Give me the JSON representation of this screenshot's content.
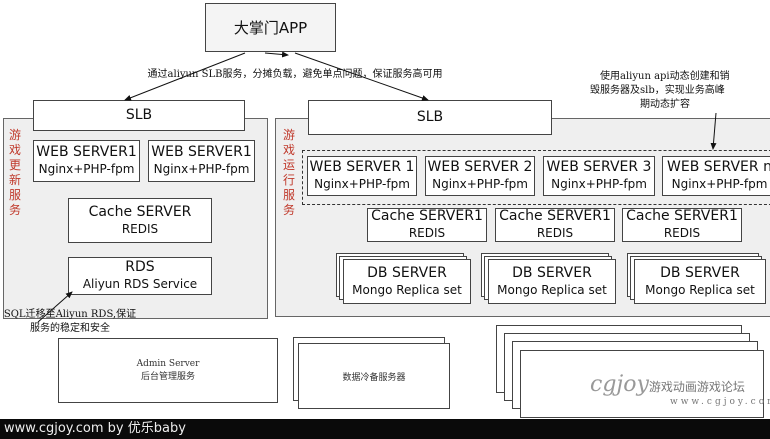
{
  "app": "大掌门APP",
  "slb_note": "通过aliyun SLB服务，分摊负载，避免单点问题，保证服务高可用",
  "scale_note": [
    "使用aliyun api动态创建和销",
    "毁服务器及slb，实现业务高峰",
    "期动态扩容"
  ],
  "rds_note": [
    "SQL迁移至Aliyun RDS,保证",
    "服务的稳定和安全"
  ],
  "left": {
    "label": "游戏更新服务",
    "slb": "SLB",
    "web": [
      {
        "t": "WEB SERVER1",
        "s": "Nginx+PHP-fpm"
      },
      {
        "t": "WEB SERVER1",
        "s": "Nginx+PHP-fpm"
      }
    ],
    "cache": {
      "t": "Cache SERVER",
      "s": "REDIS"
    },
    "rds": {
      "t": "RDS",
      "s": "Aliyun RDS Service"
    }
  },
  "right": {
    "label": "游戏运行服务",
    "slb": "SLB",
    "web": [
      {
        "t": "WEB SERVER 1",
        "s": "Nginx+PHP-fpm"
      },
      {
        "t": "WEB SERVER 2",
        "s": "Nginx+PHP-fpm"
      },
      {
        "t": "WEB SERVER 3",
        "s": "Nginx+PHP-fpm"
      },
      {
        "t": "WEB SERVER n",
        "s": "Nginx+PHP-fpm"
      }
    ],
    "cache": [
      {
        "t": "Cache SERVER1",
        "s": "REDIS"
      },
      {
        "t": "Cache SERVER1",
        "s": "REDIS"
      },
      {
        "t": "Cache SERVER1",
        "s": "REDIS"
      }
    ],
    "db": [
      {
        "t": "DB SERVER",
        "s": "Mongo Replica set"
      },
      {
        "t": "DB SERVER",
        "s": "Mongo Replica set"
      },
      {
        "t": "DB SERVER",
        "s": "Mongo Replica set"
      }
    ]
  },
  "bottom": {
    "admin": [
      "Admin Server",
      "后台管理服务"
    ],
    "backup": "数据冷备服务器"
  },
  "watermark": {
    "logo": "cgjoy",
    "text": "游戏动画游戏论坛",
    "url": "www.cgjoy.com"
  },
  "footer": "www.cgjoy.com by 优乐baby"
}
